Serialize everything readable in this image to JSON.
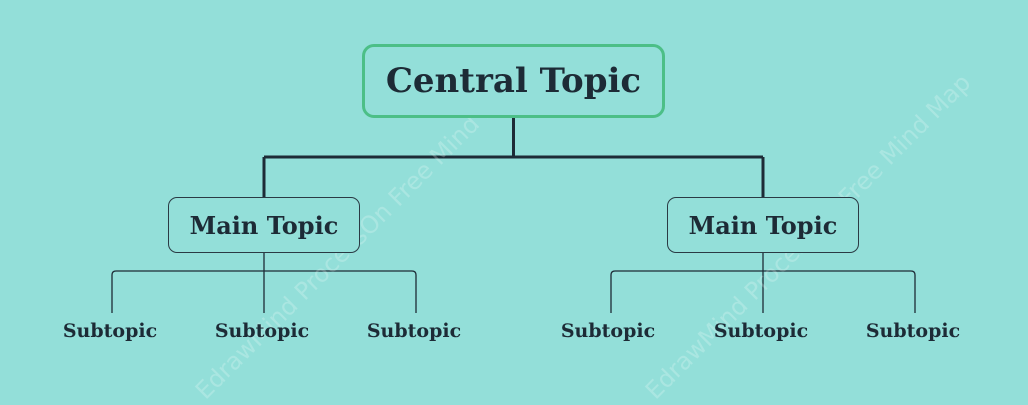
{
  "diagram": {
    "central": {
      "label": "Central Topic"
    },
    "branches": [
      {
        "label": "Main Topic",
        "subtopics": [
          "Subtopic",
          "Subtopic",
          "Subtopic"
        ]
      },
      {
        "label": "Main Topic",
        "subtopics": [
          "Subtopic",
          "Subtopic",
          "Subtopic"
        ]
      }
    ]
  },
  "watermark": {
    "text": "EdrawMind ProcessOn Free Mind Map"
  },
  "colors": {
    "background": "#93dfd9",
    "central_border": "#4cbf87",
    "connector": "#1d2b36",
    "text": "#1d2b36"
  }
}
